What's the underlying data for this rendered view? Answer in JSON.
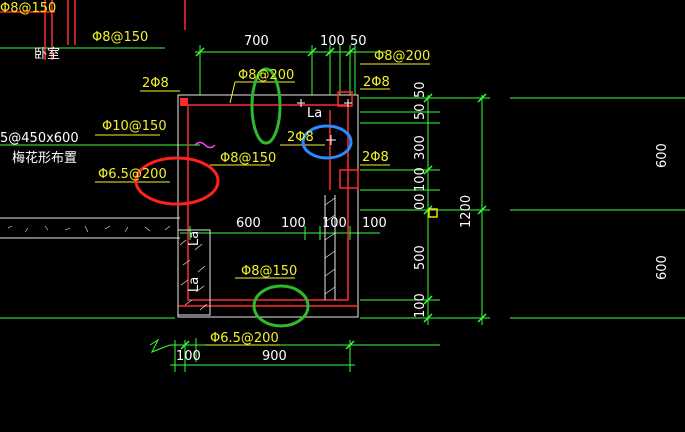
{
  "colors": {
    "background": "#000000",
    "dim_line": "#39ff3a",
    "rebar_red": "#ff2a2a",
    "text_yellow": "#f2f22a",
    "wall_white": "#e8e8e8",
    "annot_red": "#ff2020",
    "annot_green": "#2eb82e",
    "annot_blue": "#2a8cff",
    "grip_yellow": "#f0e000",
    "magenta": "#ff40ff"
  },
  "labels": {
    "top_left": "Φ8@150",
    "phi150_left": "Φ8@150",
    "room": "卧室",
    "dim700": "700",
    "dim100_top": "100",
    "dim50_top": "50",
    "phi200_tr": "Φ8@200",
    "two_phi8_a": "2Φ8",
    "phi200_top": "Φ8@200",
    "two_phi8_b": "2Φ8",
    "la_top": "La",
    "phi10": "Φ10@150",
    "beam": "5@450x600",
    "plum": "梅花形布置",
    "two_phi8_c": "2Φ8",
    "phi150_mid": "Φ8@150",
    "two_phi8_d": "2Φ8",
    "phi65_left": "Φ6.5@200",
    "d600": "600",
    "d100a": "100",
    "d100b": "100",
    "d100c": "100",
    "la_left": "La",
    "la_left2": "La",
    "phi150_bottom": "Φ8@150",
    "phi65_bottom": "Φ6.5@200",
    "d100_bottom": "100",
    "d900": "900",
    "v50a": "50",
    "v50b": "50",
    "v300": "300",
    "v100": "100",
    "v00": "00",
    "v500": "500",
    "v100b": "100",
    "v1200": "1200",
    "v600a": "600",
    "v600b": "600"
  }
}
